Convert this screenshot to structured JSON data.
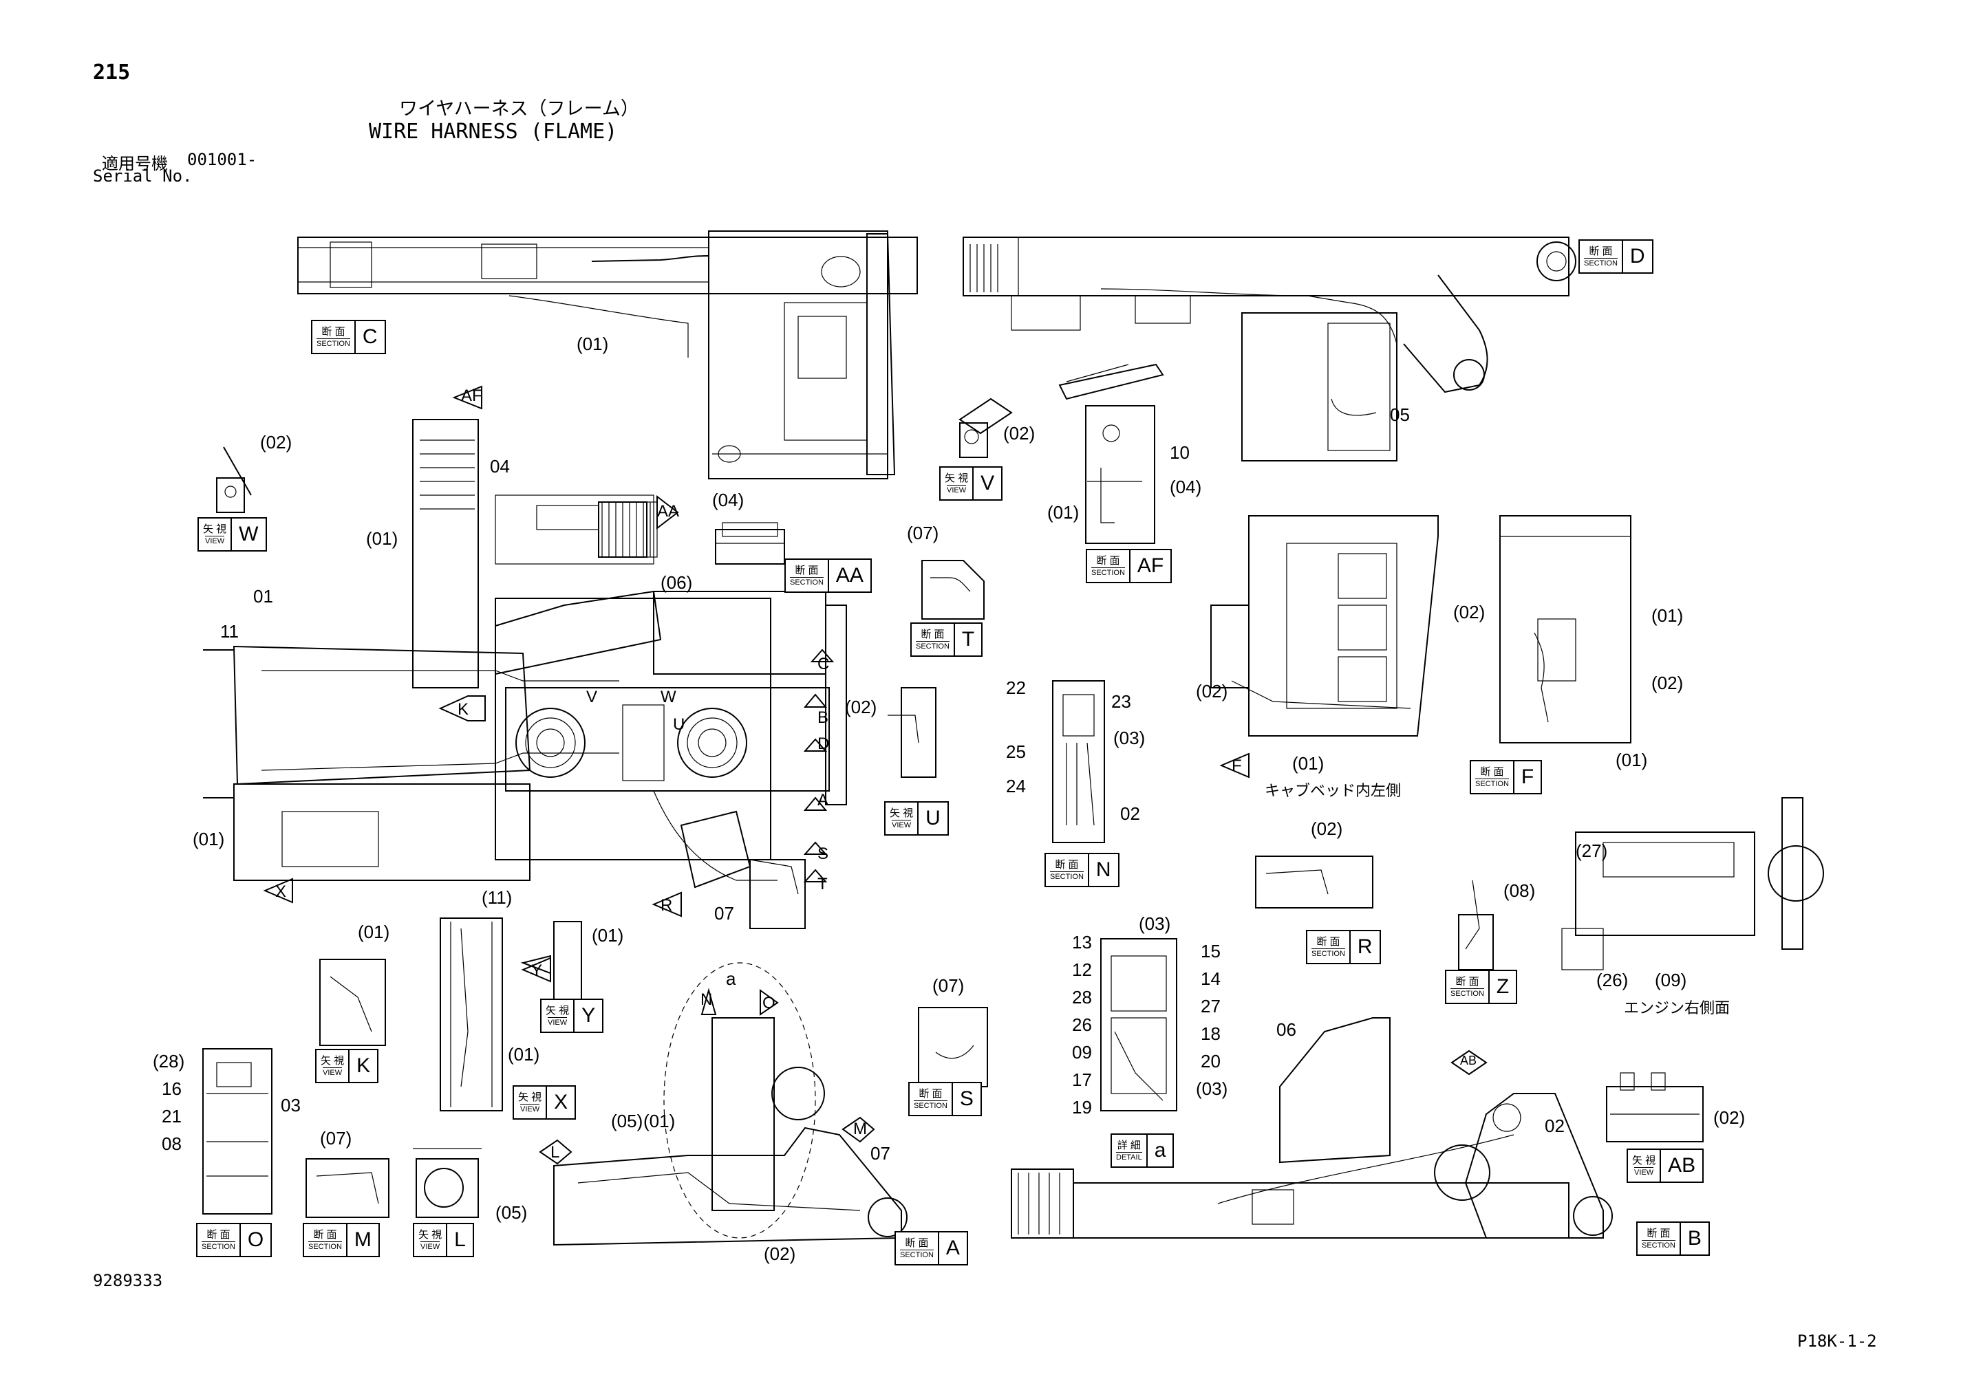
{
  "header": {
    "page_number": "215",
    "title_jp": "ワイヤハーネス（フレーム）",
    "title_en": "WIRE HARNESS (FLAME)",
    "serial_label_jp": "適用号機",
    "serial_value": "001001-",
    "serial_label_en": "Serial No."
  },
  "footer": {
    "drawing_number": "9289333",
    "page_code": "P18K-1-2"
  },
  "tag_words": {
    "section_jp": "断 面",
    "section_en": "SECTION",
    "view_jp": "矢 視",
    "view_en": "VIEW",
    "detail_jp": "詳 細",
    "detail_en": "DETAIL"
  },
  "view_boxes": {
    "C": "C",
    "D": "D",
    "W": "W",
    "V": "V",
    "AF": "AF",
    "AA": "AA",
    "T": "T",
    "U": "U",
    "N": "N",
    "F": "F",
    "R": "R",
    "Z": "Z",
    "K": "K",
    "Y": "Y",
    "X": "X",
    "S": "S",
    "O": "O",
    "M": "M",
    "L": "L",
    "A": "A",
    "a": "a",
    "AB": "AB",
    "B": "B"
  },
  "captions": {
    "cab_bed_inner_left": "キャブベッド内左側",
    "engine_right_side": "エンジン右側面"
  },
  "labels": {
    "c01": "(01)",
    "d05": "05",
    "w02": "(02)",
    "v02": "(02)",
    "af10": "10",
    "af04": "(04)",
    "af01": "(01)",
    "m04": "04",
    "m01p": "(01)",
    "aa04": "(04)",
    "m06": "(06)",
    "m01": "01",
    "m11": "11",
    "t07": "(07)",
    "u02": "(02)",
    "m01b": "(01)",
    "m07": "07",
    "n22": "22",
    "n23": "23",
    "n03": "(03)",
    "n25": "25",
    "n24": "24",
    "n02": "02",
    "f02": "(02)",
    "f01": "(01)",
    "f02b": "(02)",
    "f01b": "(01)",
    "f01c": "(01)",
    "r02": "(02)",
    "z08": "(08)",
    "e27": "(27)",
    "e26": "(26)",
    "e09": "(09)",
    "k01": "(01)",
    "y11": "(11)",
    "y01": "(01)",
    "x01": "(01)",
    "o28": "(28)",
    "o16": "16",
    "o21": "21",
    "o08": "08",
    "o03": "03",
    "m07b": "(07)",
    "l05": "(05)",
    "s07": "(07)",
    "a_a": "a",
    "a05": "(05)",
    "a01": "(01)",
    "a07": "07",
    "a02": "(02)",
    "d13": "13",
    "d12": "12",
    "d28": "28",
    "d26": "26",
    "d09": "09",
    "d17": "17",
    "d19": "19",
    "d03": "(03)",
    "d15": "15",
    "d14": "14",
    "d27": "27",
    "d18": "18",
    "d20": "20",
    "d03b": "(03)",
    "b06": "06",
    "b02": "02",
    "ab02": "(02)"
  },
  "arrow_tags": {
    "AF": "AF",
    "AA": "AA",
    "K": "K",
    "C": "C",
    "B": "B",
    "D": "D",
    "A": "A",
    "S": "S",
    "T": "T",
    "V": "V",
    "W": "W",
    "U": "U",
    "R": "R",
    "X": "X",
    "F": "F",
    "Y": "Y",
    "N": "N",
    "O": "O",
    "L": "L",
    "M": "M",
    "AB": "AB"
  }
}
